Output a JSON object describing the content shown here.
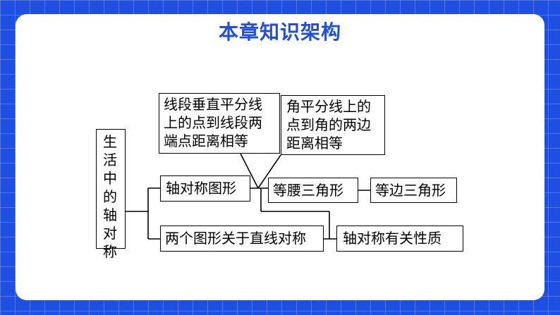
{
  "title": "本章知识架构",
  "colors": {
    "background": "#1F4FE0",
    "title": "#1F4FE0",
    "panel": "#ffffff",
    "border": "#000000"
  },
  "nodes": {
    "root": [
      "生",
      "活",
      "中",
      "的",
      "轴",
      "对",
      "称"
    ],
    "axis_figure": "轴对称图形",
    "mirror_figures": "两个图形关于直线对称",
    "isosceles": "等腰三角形",
    "equilateral": "等边三角形",
    "segment_bisector": [
      "线段垂直平分线",
      "上的点到线段两",
      "端点距离相等"
    ],
    "angle_bisector": [
      "角平分线上的",
      "点到角的两边",
      "距离相等"
    ],
    "properties": "轴对称有关性质"
  }
}
